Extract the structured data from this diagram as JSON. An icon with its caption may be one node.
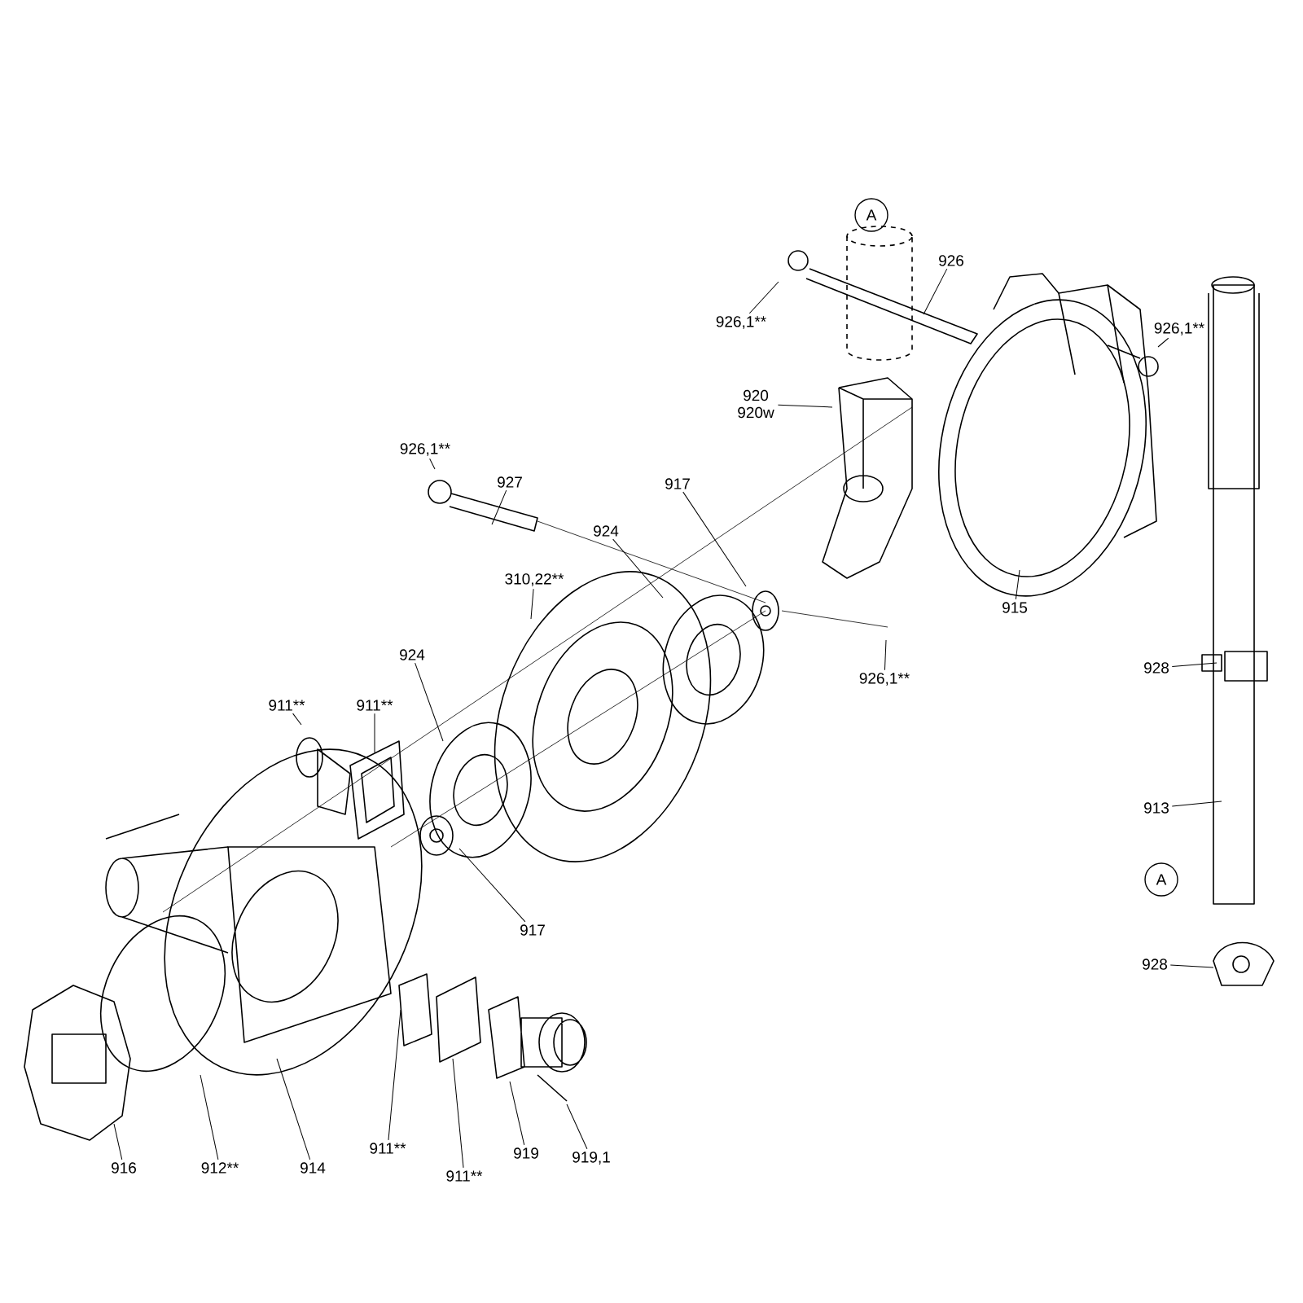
{
  "diagram": {
    "nodes": [
      {
        "text": [
          "A"
        ]
      },
      {
        "text": [
          "926"
        ]
      },
      {
        "text": [
          "926,1**"
        ]
      },
      {
        "text": [
          "926,1**"
        ]
      },
      {
        "text": [
          "920 920w"
        ]
      },
      {
        "text": [
          "926,1**"
        ]
      },
      {
        "text": [
          "927"
        ]
      },
      {
        "text": [
          "917"
        ]
      },
      {
        "text": [
          "924"
        ]
      },
      {
        "text": [
          "310,22**"
        ]
      },
      {
        "text": [
          "915"
        ]
      },
      {
        "text": [
          "924"
        ]
      },
      {
        "text": [
          "928"
        ]
      },
      {
        "text": [
          "926,1**"
        ]
      },
      {
        "text": [
          "911**"
        ]
      },
      {
        "text": [
          "911**"
        ]
      },
      {
        "text": [
          "913"
        ]
      },
      {
        "text": [
          "A"
        ]
      },
      {
        "text": [
          "917"
        ]
      },
      {
        "text": [
          "928"
        ]
      },
      {
        "text": [
          "911**"
        ]
      },
      {
        "text": [
          "919"
        ]
      },
      {
        "text": [
          "919,1"
        ]
      },
      {
        "text": [
          "916"
        ]
      },
      {
        "text": [
          "912**"
        ]
      },
      {
        "text": [
          "914"
        ]
      },
      {
        "text": [
          "911**"
        ]
      }
    ],
    "edges": [
      {
        "from": 1,
        "to": null,
        "arrow": "none"
      },
      {
        "from": 2,
        "to": null,
        "arrow": "none"
      },
      {
        "from": 3,
        "to": null,
        "arrow": "none"
      },
      {
        "from": 4,
        "to": null,
        "arrow": "none"
      },
      {
        "from": 5,
        "to": null,
        "arrow": "none"
      },
      {
        "from": 6,
        "to": null,
        "arrow": "none"
      },
      {
        "from": 7,
        "to": null,
        "arrow": "none"
      },
      {
        "from": 8,
        "to": null,
        "arrow": "none"
      },
      {
        "from": 9,
        "to": null,
        "arrow": "none"
      },
      {
        "from": 10,
        "to": null,
        "arrow": "none"
      },
      {
        "from": 11,
        "to": null,
        "arrow": "none"
      },
      {
        "from": 12,
        "to": null,
        "arrow": "none"
      },
      {
        "from": 13,
        "to": null,
        "arrow": "none"
      },
      {
        "from": 14,
        "to": null,
        "arrow": "none"
      },
      {
        "from": 15,
        "to": null,
        "arrow": "none"
      },
      {
        "from": 16,
        "to": null,
        "arrow": "none"
      },
      {
        "from": 18,
        "to": null,
        "arrow": "none"
      },
      {
        "from": 19,
        "to": null,
        "arrow": "none"
      },
      {
        "from": 20,
        "to": null,
        "arrow": "none"
      },
      {
        "from": 21,
        "to": null,
        "arrow": "none"
      },
      {
        "from": 22,
        "to": null,
        "arrow": "none"
      },
      {
        "from": 23,
        "to": null,
        "arrow": "none"
      },
      {
        "from": 24,
        "to": null,
        "arrow": "none"
      },
      {
        "from": 25,
        "to": null,
        "arrow": "none"
      },
      {
        "from": 26,
        "to": null,
        "arrow": "none"
      }
    ]
  }
}
